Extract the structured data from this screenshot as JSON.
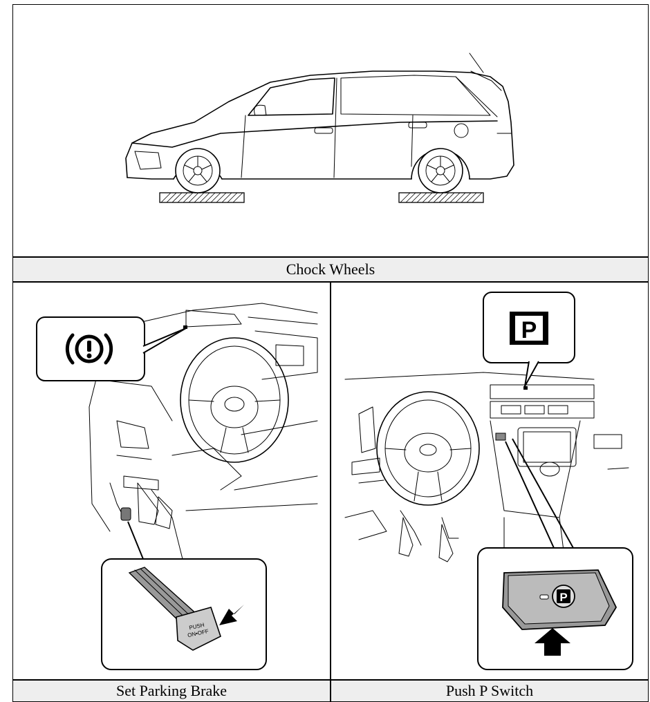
{
  "panels": {
    "top": {
      "caption": "Chock Wheels"
    },
    "bottom_left": {
      "caption": "Set Parking Brake",
      "callout_symbol": "(!)",
      "pedal_label_line1": "PUSH",
      "pedal_label_line2": "ON•OFF"
    },
    "bottom_right": {
      "caption": "Push P Switch",
      "indicator_letter": "P",
      "switch_letter": "P"
    }
  },
  "icons": {
    "brake_warning": "brake-warning-icon",
    "park_indicator": "park-indicator-icon",
    "push_arrow": "push-arrow-icon"
  }
}
